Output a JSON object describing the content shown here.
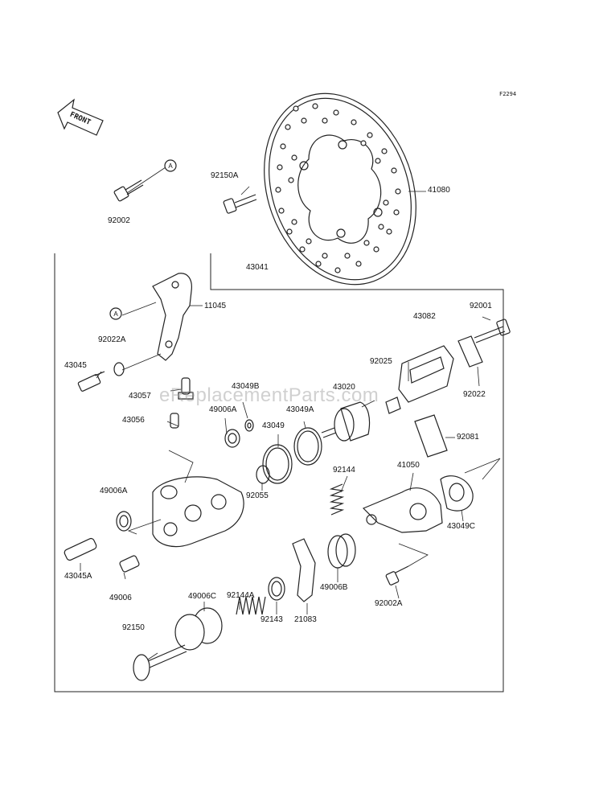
{
  "diagram": {
    "code": "F2294",
    "watermark": "eReplacementParts.com",
    "front_label": "FRONT",
    "ref_marker": "A",
    "parts": [
      {
        "id": "p41080",
        "label": "41080"
      },
      {
        "id": "p92150a",
        "label": "92150A"
      },
      {
        "id": "p92002",
        "label": "92002"
      },
      {
        "id": "p43041",
        "label": "43041"
      },
      {
        "id": "p11045",
        "label": "11045"
      },
      {
        "id": "p92022a",
        "label": "92022A"
      },
      {
        "id": "p43045",
        "label": "43045"
      },
      {
        "id": "p43057",
        "label": "43057"
      },
      {
        "id": "p43049b",
        "label": "43049B"
      },
      {
        "id": "p43020",
        "label": "43020"
      },
      {
        "id": "p43082",
        "label": "43082"
      },
      {
        "id": "p92001",
        "label": "92001"
      },
      {
        "id": "p92025",
        "label": "92025"
      },
      {
        "id": "p92022",
        "label": "92022"
      },
      {
        "id": "p43056",
        "label": "43056"
      },
      {
        "id": "p49006a1",
        "label": "49006A"
      },
      {
        "id": "p43049",
        "label": "43049"
      },
      {
        "id": "p43049a",
        "label": "43049A"
      },
      {
        "id": "p92081",
        "label": "92081"
      },
      {
        "id": "p92144",
        "label": "92144"
      },
      {
        "id": "p41050",
        "label": "41050"
      },
      {
        "id": "p49006a2",
        "label": "49006A"
      },
      {
        "id": "p92055",
        "label": "92055"
      },
      {
        "id": "p43049c",
        "label": "43049C"
      },
      {
        "id": "p43045a",
        "label": "43045A"
      },
      {
        "id": "p49006",
        "label": "49006"
      },
      {
        "id": "p49006b",
        "label": "49006B"
      },
      {
        "id": "p92002a",
        "label": "92002A"
      },
      {
        "id": "p92144a",
        "label": "92144A"
      },
      {
        "id": "p49006c",
        "label": "49006C"
      },
      {
        "id": "p92143",
        "label": "92143"
      },
      {
        "id": "p21083",
        "label": "21083"
      },
      {
        "id": "p92150",
        "label": "92150"
      }
    ]
  }
}
